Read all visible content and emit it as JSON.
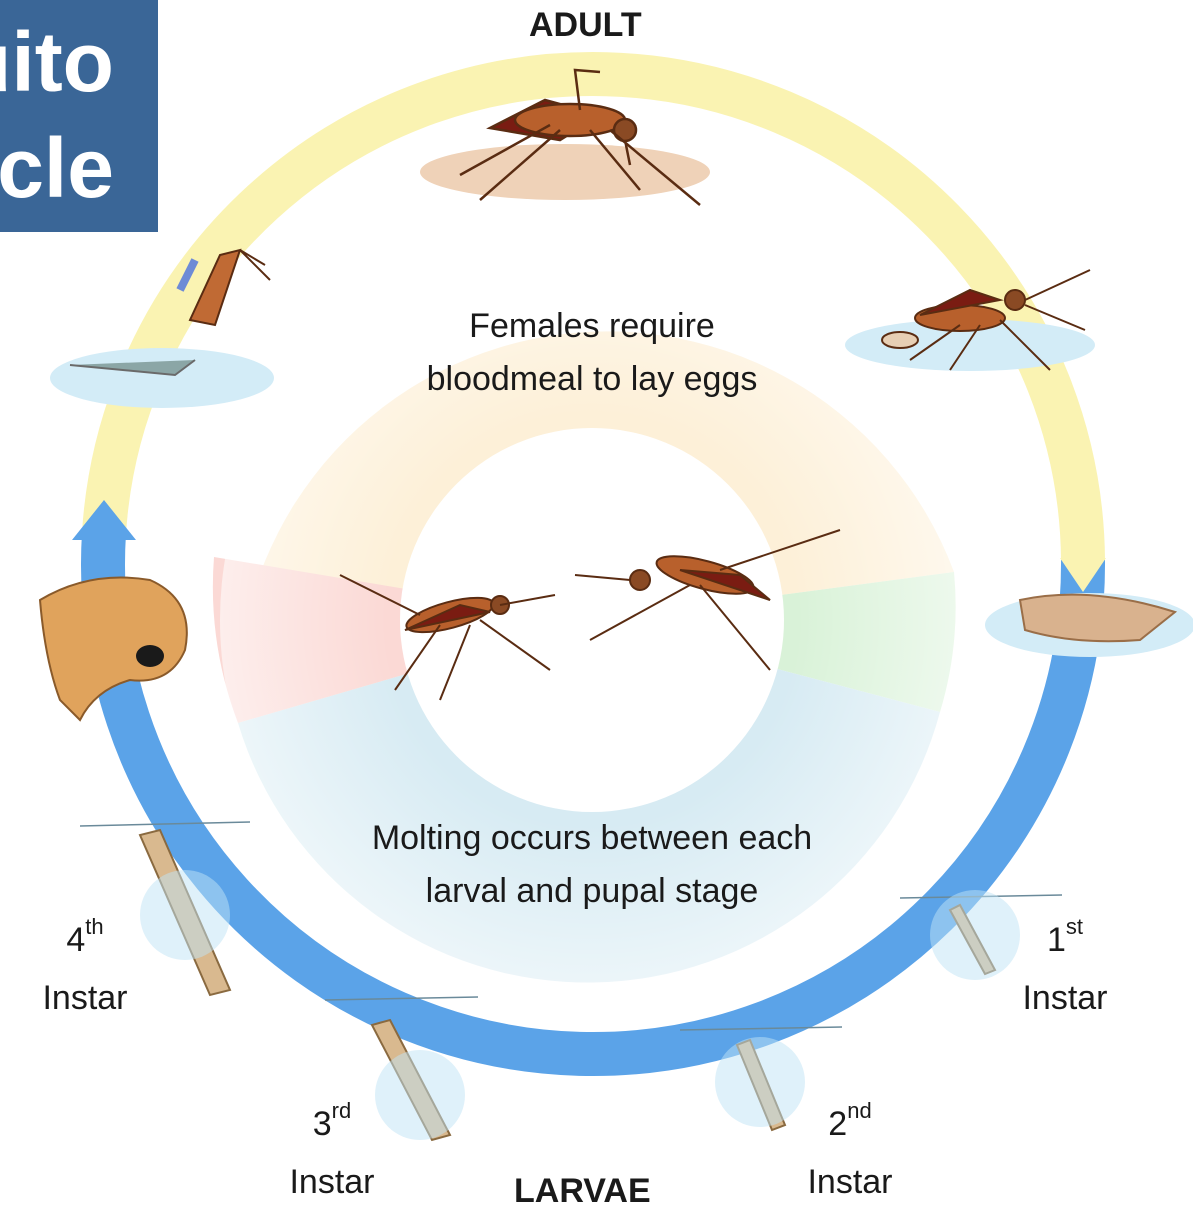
{
  "title": {
    "line1": "uito",
    "line2": "ycle"
  },
  "stages": {
    "adult": "ADULT",
    "larvae": "LARVAE"
  },
  "notes": {
    "females": "Females require bloodmeal to lay eggs",
    "molting": "Molting occurs between each larval and pupal stage"
  },
  "instars": [
    {
      "num": "1",
      "sup": "st",
      "word": "Instar"
    },
    {
      "num": "2",
      "sup": "nd",
      "word": "Instar"
    },
    {
      "num": "3",
      "sup": "rd",
      "word": "Instar"
    },
    {
      "num": "4",
      "sup": "th",
      "word": "Instar"
    }
  ],
  "colors": {
    "title_bg": "#3a6697",
    "adult_arc": "#faf3b2",
    "larval_arc": "#5ba3e8",
    "water": "#d3ecf7",
    "mosquito_body": "#b8602c",
    "mosquito_wing": "#7a1c12",
    "larva_body": "#d9b98f"
  }
}
